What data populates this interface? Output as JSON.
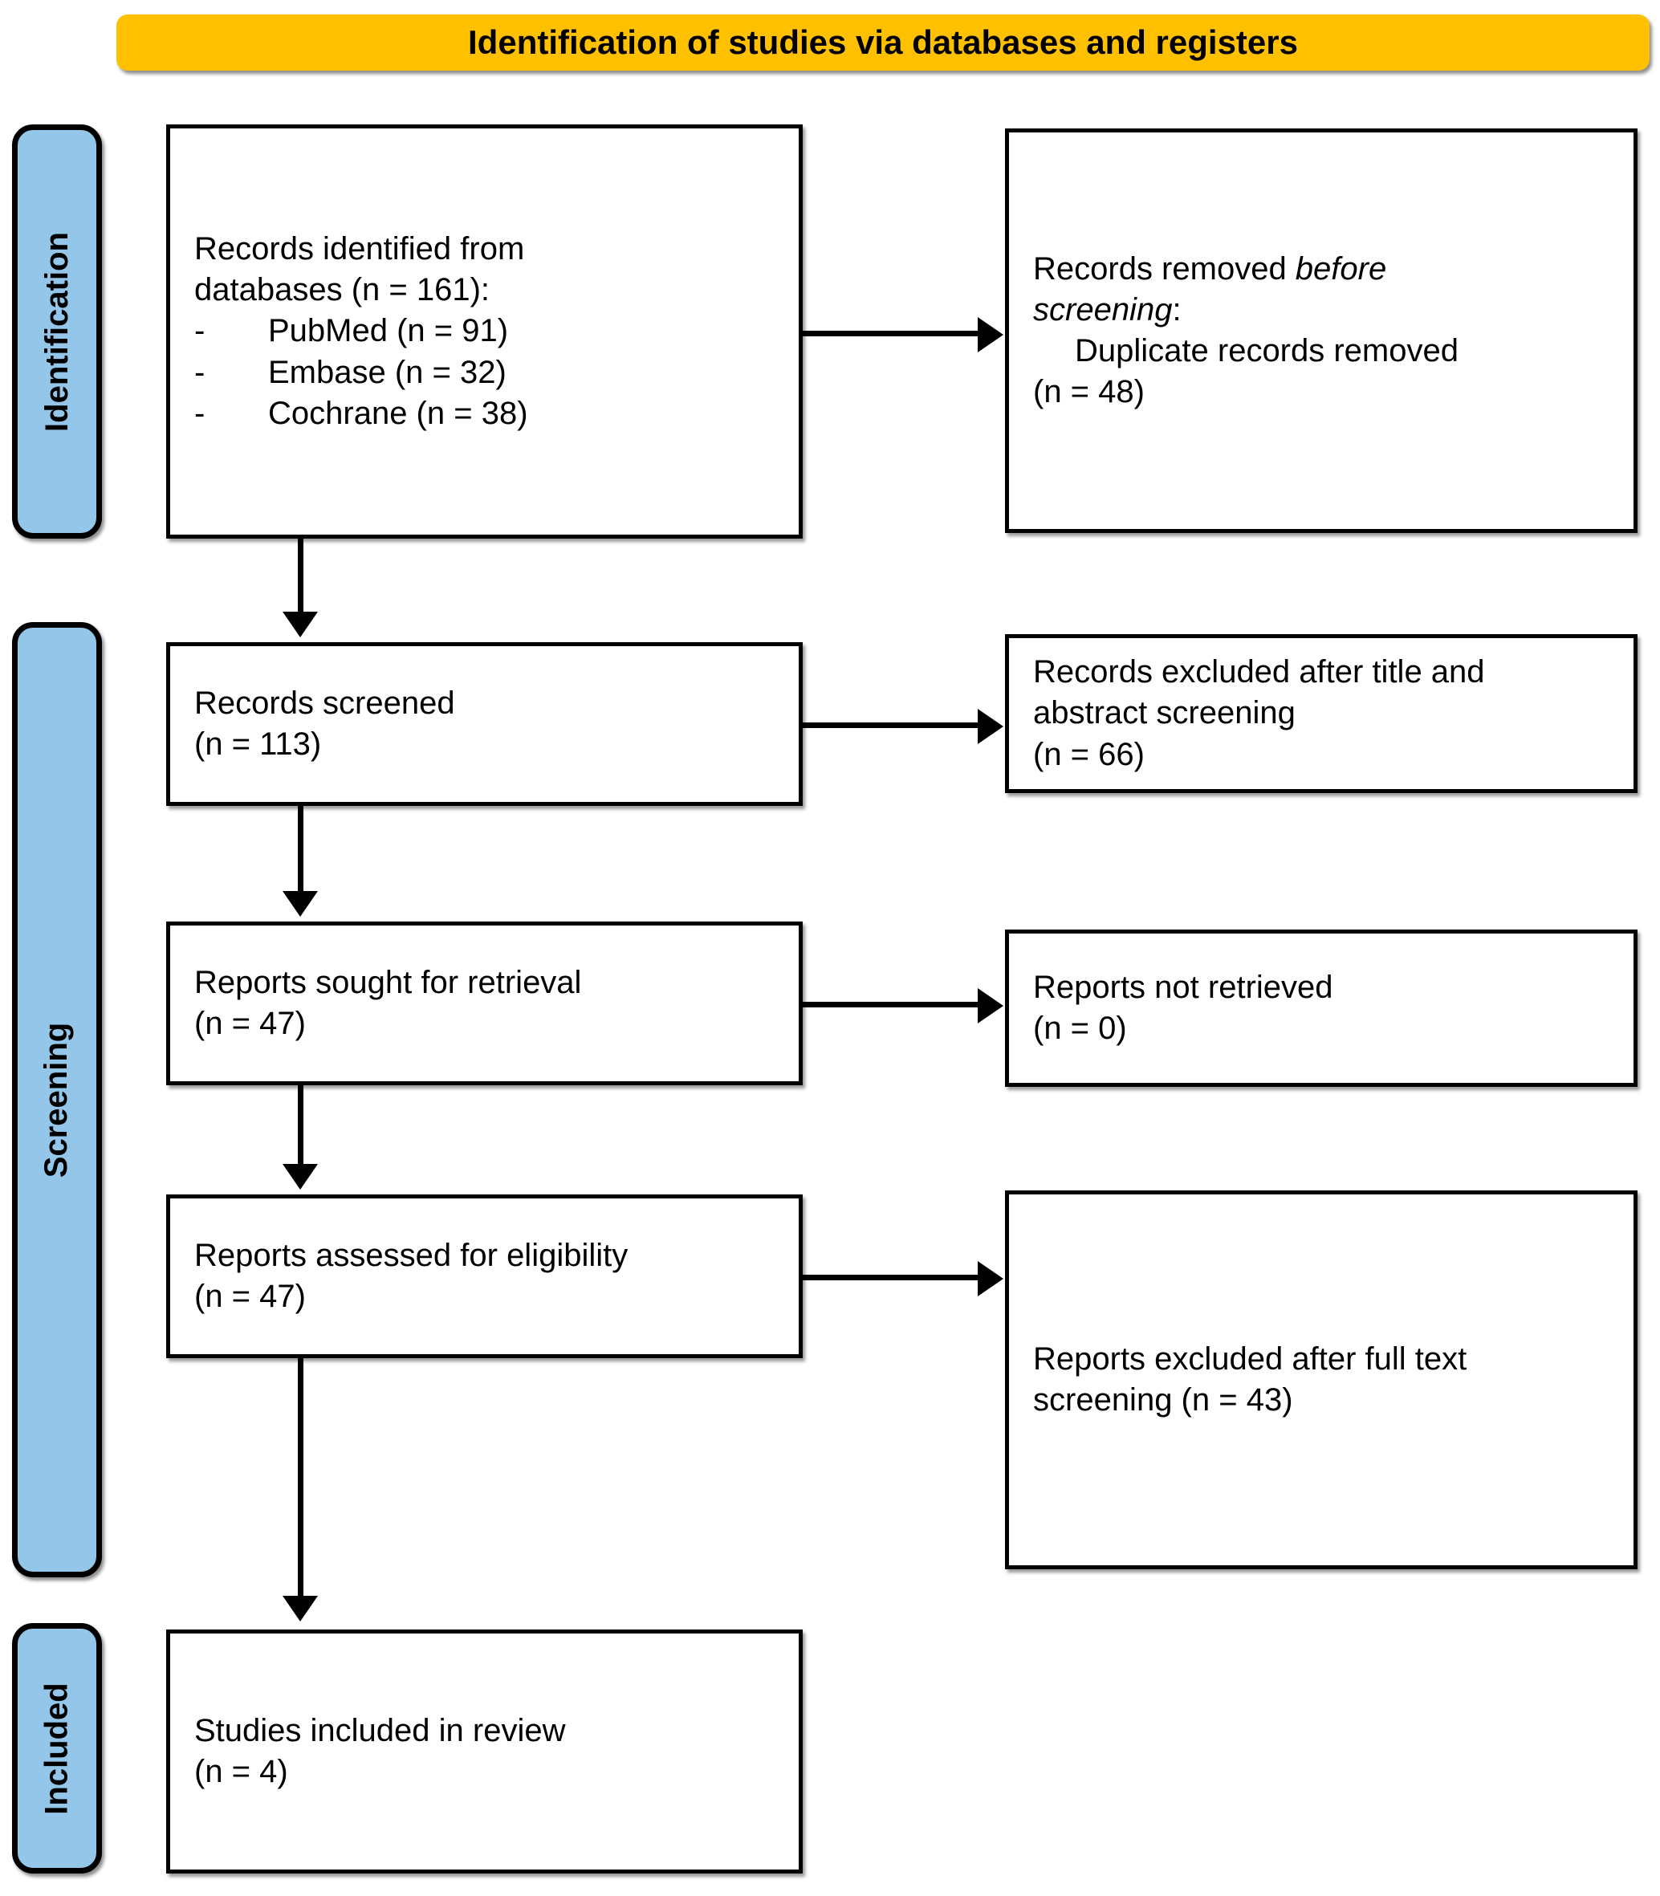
{
  "header": {
    "title": "Identification of studies via databases and registers",
    "bar_color": "#FFC000"
  },
  "sidebar": {
    "band_color": "#93C6E8",
    "items": [
      {
        "label": "Identification"
      },
      {
        "label": "Screening"
      },
      {
        "label": "Included"
      }
    ]
  },
  "flow": {
    "identified": {
      "line1": "Records identified from",
      "line2": "databases (n = 161):",
      "sources": [
        {
          "dash": "-",
          "text": "PubMed (n = 91)"
        },
        {
          "dash": "-",
          "text": "Embase (n = 32)"
        },
        {
          "dash": "-",
          "text": "Cochrane (n = 38)"
        }
      ]
    },
    "removed": {
      "line1_pre": "Records removed ",
      "line1_italic": "before",
      "line2_italic": "screening",
      "line2_post": ":",
      "line3": "Duplicate records removed",
      "line4": "(n = 48)"
    },
    "screened": {
      "line1": "Records screened",
      "line2": "(n = 113)"
    },
    "excluded_title_abstract": {
      "line1": "Records excluded after title and",
      "line2": "abstract screening",
      "line3": "(n = 66)"
    },
    "sought": {
      "line1": "Reports sought for retrieval",
      "line2": "(n = 47)"
    },
    "not_retrieved": {
      "line1": "Reports not retrieved",
      "line2": "(n = 0)"
    },
    "assessed": {
      "line1": "Reports assessed for eligibility",
      "line2": "(n = 47)"
    },
    "excluded_full_text": {
      "line1": "Reports excluded after full text",
      "line2": "screening (n = 43)"
    },
    "included": {
      "line1": "Studies included in review",
      "line2": "(n = 4)"
    }
  },
  "chart_data": {
    "type": "diagram",
    "title": "Identification of studies via databases and registers",
    "stages": [
      "Identification",
      "Screening",
      "Included"
    ],
    "nodes": [
      {
        "id": "identified",
        "stage": "Identification",
        "label": "Records identified from databases",
        "n": 161
      },
      {
        "id": "pubmed",
        "stage": "Identification",
        "label": "PubMed",
        "n": 91
      },
      {
        "id": "embase",
        "stage": "Identification",
        "label": "Embase",
        "n": 32
      },
      {
        "id": "cochrane",
        "stage": "Identification",
        "label": "Cochrane",
        "n": 38
      },
      {
        "id": "removed",
        "stage": "Identification",
        "label": "Duplicate records removed before screening",
        "n": 48
      },
      {
        "id": "screened",
        "stage": "Screening",
        "label": "Records screened",
        "n": 113
      },
      {
        "id": "excluded_ta",
        "stage": "Screening",
        "label": "Records excluded after title and abstract screening",
        "n": 66
      },
      {
        "id": "sought",
        "stage": "Screening",
        "label": "Reports sought for retrieval",
        "n": 47
      },
      {
        "id": "not_retrieved",
        "stage": "Screening",
        "label": "Reports not retrieved",
        "n": 0
      },
      {
        "id": "assessed",
        "stage": "Screening",
        "label": "Reports assessed for eligibility",
        "n": 47
      },
      {
        "id": "excluded_ft",
        "stage": "Screening",
        "label": "Reports excluded after full text screening",
        "n": 43
      },
      {
        "id": "included",
        "stage": "Included",
        "label": "Studies included in review",
        "n": 4
      }
    ],
    "edges": [
      {
        "from": "identified",
        "to": "removed",
        "direction": "right"
      },
      {
        "from": "identified",
        "to": "screened",
        "direction": "down"
      },
      {
        "from": "screened",
        "to": "excluded_ta",
        "direction": "right"
      },
      {
        "from": "screened",
        "to": "sought",
        "direction": "down"
      },
      {
        "from": "sought",
        "to": "not_retrieved",
        "direction": "right"
      },
      {
        "from": "sought",
        "to": "assessed",
        "direction": "down"
      },
      {
        "from": "assessed",
        "to": "excluded_ft",
        "direction": "right"
      },
      {
        "from": "assessed",
        "to": "included",
        "direction": "down"
      }
    ]
  }
}
